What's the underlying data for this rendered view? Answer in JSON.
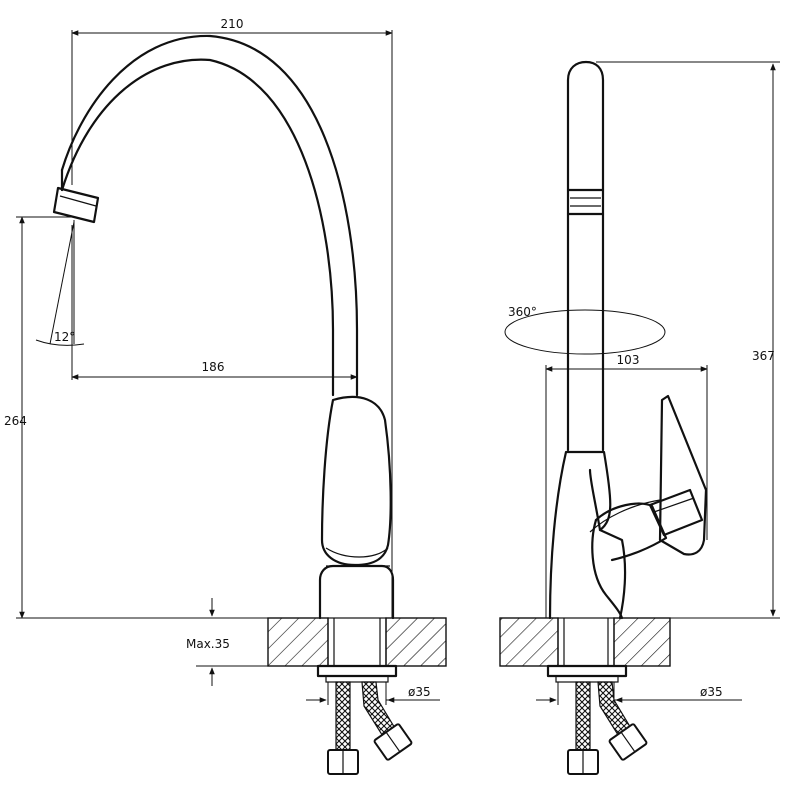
{
  "dimensions": {
    "overall_width": "210",
    "spout_reach": "186",
    "spout_height": "264",
    "tilt_angle": "12°",
    "max_counter_thickness": "Max.35",
    "hole_diameter_front": "ø35",
    "rotation": "360°",
    "handle_depth": "103",
    "overall_height": "367",
    "hole_diameter_side": "ø35"
  },
  "colors": {
    "line": "#111111",
    "background": "#ffffff"
  }
}
